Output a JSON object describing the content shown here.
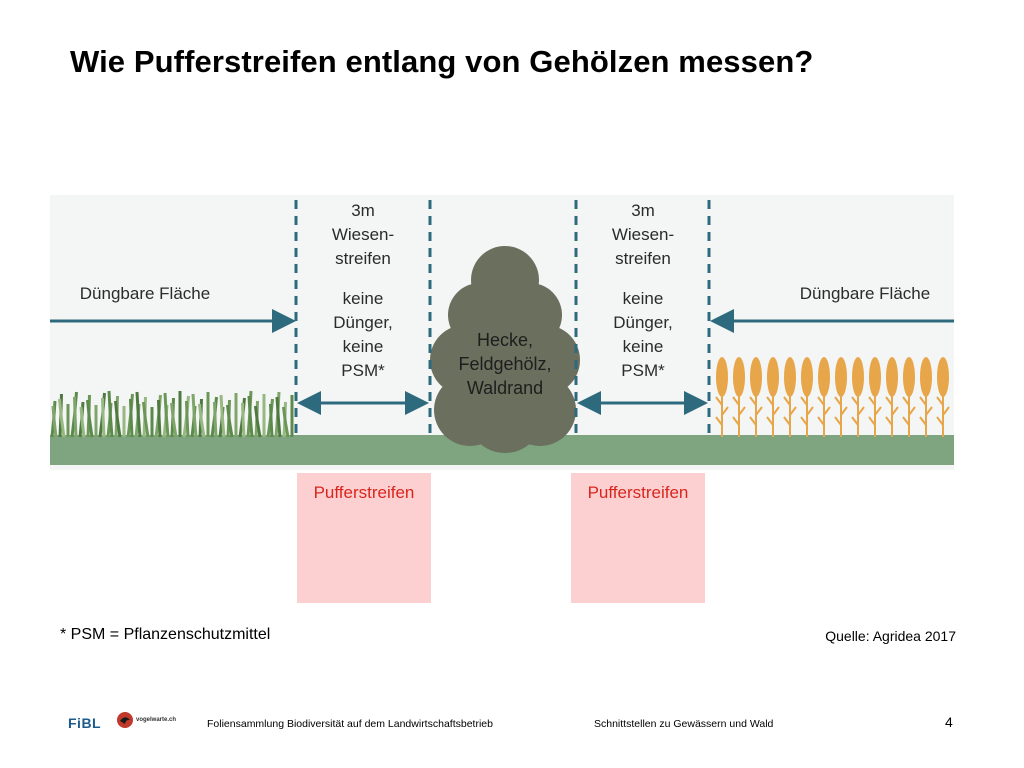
{
  "slide": {
    "title": "Wie Pufferstreifen entlang von Gehölzen messen?",
    "page_number": "4"
  },
  "diagram": {
    "left_area_label": "Düngbare Fläche",
    "right_area_label": "Düngbare Fläche",
    "strip_width": "3m",
    "strip_name_line1": "Wiesen-",
    "strip_name_line2": "streifen",
    "rule_line1": "keine",
    "rule_line2": "Dünger,",
    "rule_line3": "keine",
    "rule_line4": "PSM*",
    "center_line1": "Hecke,",
    "center_line2": "Feldgehölz,",
    "center_line3": "Waldrand",
    "colors": {
      "ground": "#7ea57f",
      "arrow": "#2e6a7e",
      "hedge": "#6b6f5d",
      "grain": "#e8a64a",
      "buffer_fill": "#fcd0d1",
      "buffer_text": "#d9261c"
    }
  },
  "buffer": {
    "left_label": "Pufferstreifen",
    "right_label": "Pufferstreifen"
  },
  "footnote": "* PSM = Pflanzenschutzmittel",
  "source": "Quelle: Agridea 2017",
  "footer": {
    "logo_fibl": "FiBL",
    "logo_bird": "vogelwarte.ch",
    "left_text": "Foliensammlung Biodiversität auf dem Landwirtschaftsbetrieb",
    "right_text": "Schnittstellen zu Gewässern und Wald"
  }
}
